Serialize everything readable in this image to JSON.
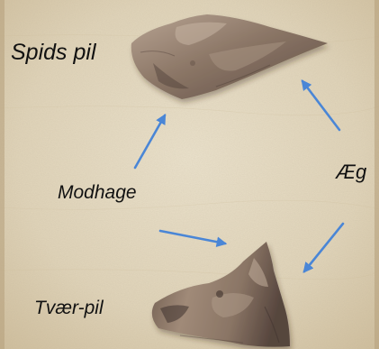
{
  "labels": {
    "spids_pil": "Spids pil",
    "modhage": "Modhage",
    "aeg": "Æg",
    "tvaer_pil": "Tvær-pil"
  },
  "colors": {
    "parchment": "#e3d8bf",
    "flint_light": "#a28f7e",
    "flint_mid": "#7e6a5d",
    "flint_dark": "#4b3d38",
    "arrow_blue": "#4a86d6",
    "text": "#111111"
  }
}
